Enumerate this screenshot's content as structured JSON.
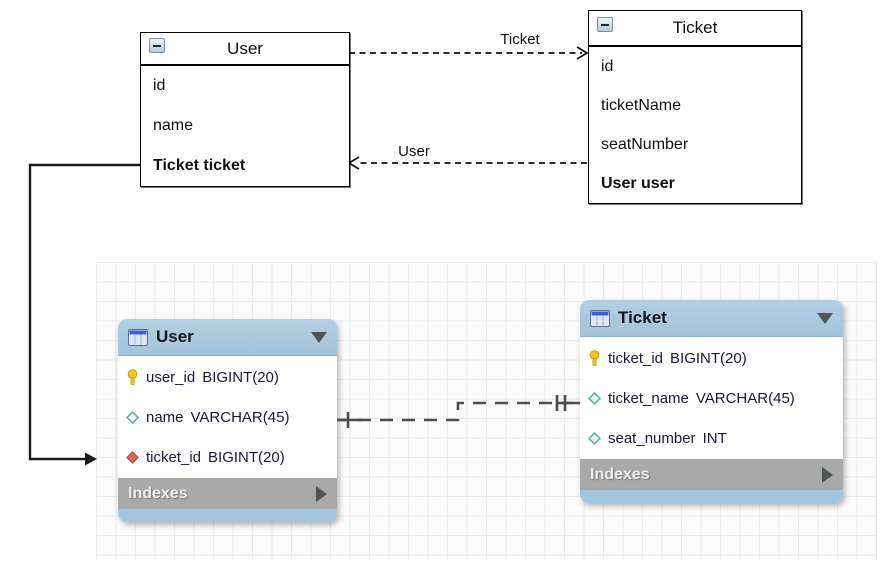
{
  "uml": {
    "user_class": {
      "title": "User",
      "fields": [
        {
          "label": "id"
        },
        {
          "label": "name"
        },
        {
          "label": "Ticket ticket"
        }
      ]
    },
    "ticket_class": {
      "title": "Ticket",
      "fields": [
        {
          "label": "id"
        },
        {
          "label": "ticketName"
        },
        {
          "label": "seatNumber"
        },
        {
          "label": "User user"
        }
      ]
    },
    "associations": {
      "to_ticket_label": "Ticket",
      "to_user_label": "User"
    }
  },
  "eer": {
    "user_table": {
      "title": "User",
      "columns": [
        {
          "name": "user_id",
          "type": "BIGINT(20)",
          "icon": "primary-key"
        },
        {
          "name": "name",
          "type": "VARCHAR(45)",
          "icon": "column"
        },
        {
          "name": "ticket_id",
          "type": "BIGINT(20)",
          "icon": "foreign-key"
        }
      ],
      "footer": "Indexes"
    },
    "ticket_table": {
      "title": "Ticket",
      "columns": [
        {
          "name": "ticket_id",
          "type": "BIGINT(20)",
          "icon": "primary-key"
        },
        {
          "name": "ticket_name",
          "type": "VARCHAR(45)",
          "icon": "column"
        },
        {
          "name": "seat_number",
          "type": "INT",
          "icon": "column"
        }
      ],
      "footer": "Indexes"
    }
  },
  "colors": {
    "table_header_blue": "#a9c8dd",
    "table_footer_gray": "#a9a9a9",
    "table_bottom_blue": "#a4c6df",
    "primary_key_yellow": "#f5c71e",
    "column_teal": "#5fb3ab",
    "foreign_key_red": "#d9685e",
    "relationship_gray": "#4d4d4d"
  }
}
